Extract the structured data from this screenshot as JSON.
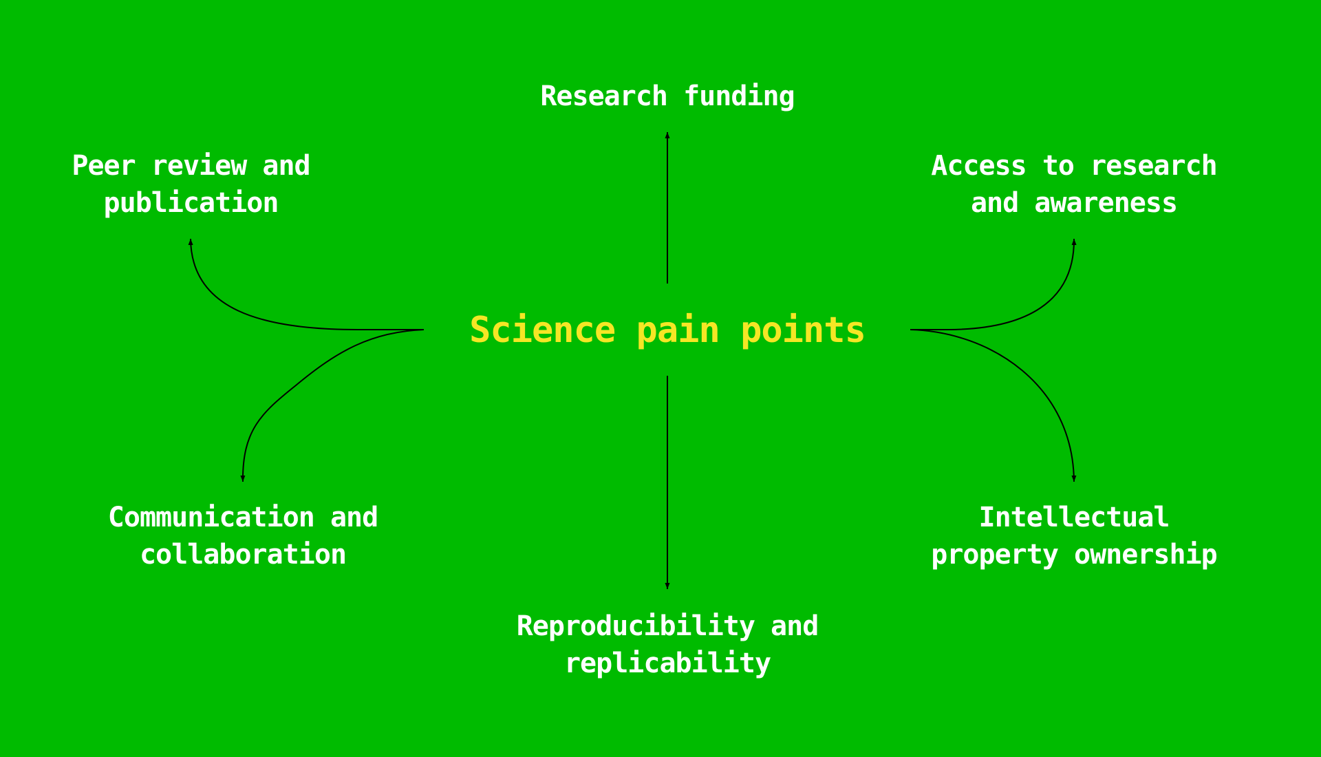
{
  "diagram": {
    "center": "Science pain points",
    "center_color": "#f5e625",
    "background_color": "#00bb00",
    "node_color": "#ffffff",
    "connector_color": "#000000",
    "nodes": {
      "top": [
        "Research funding"
      ],
      "top_left": [
        "Peer review and",
        "publication"
      ],
      "top_right": [
        "Access to research",
        "and awareness"
      ],
      "bottom_left": [
        "Communication and",
        "collaboration"
      ],
      "bottom_right": [
        "Intellectual",
        "property ownership"
      ],
      "bottom": [
        "Reproducibility and",
        "replicability"
      ]
    }
  }
}
